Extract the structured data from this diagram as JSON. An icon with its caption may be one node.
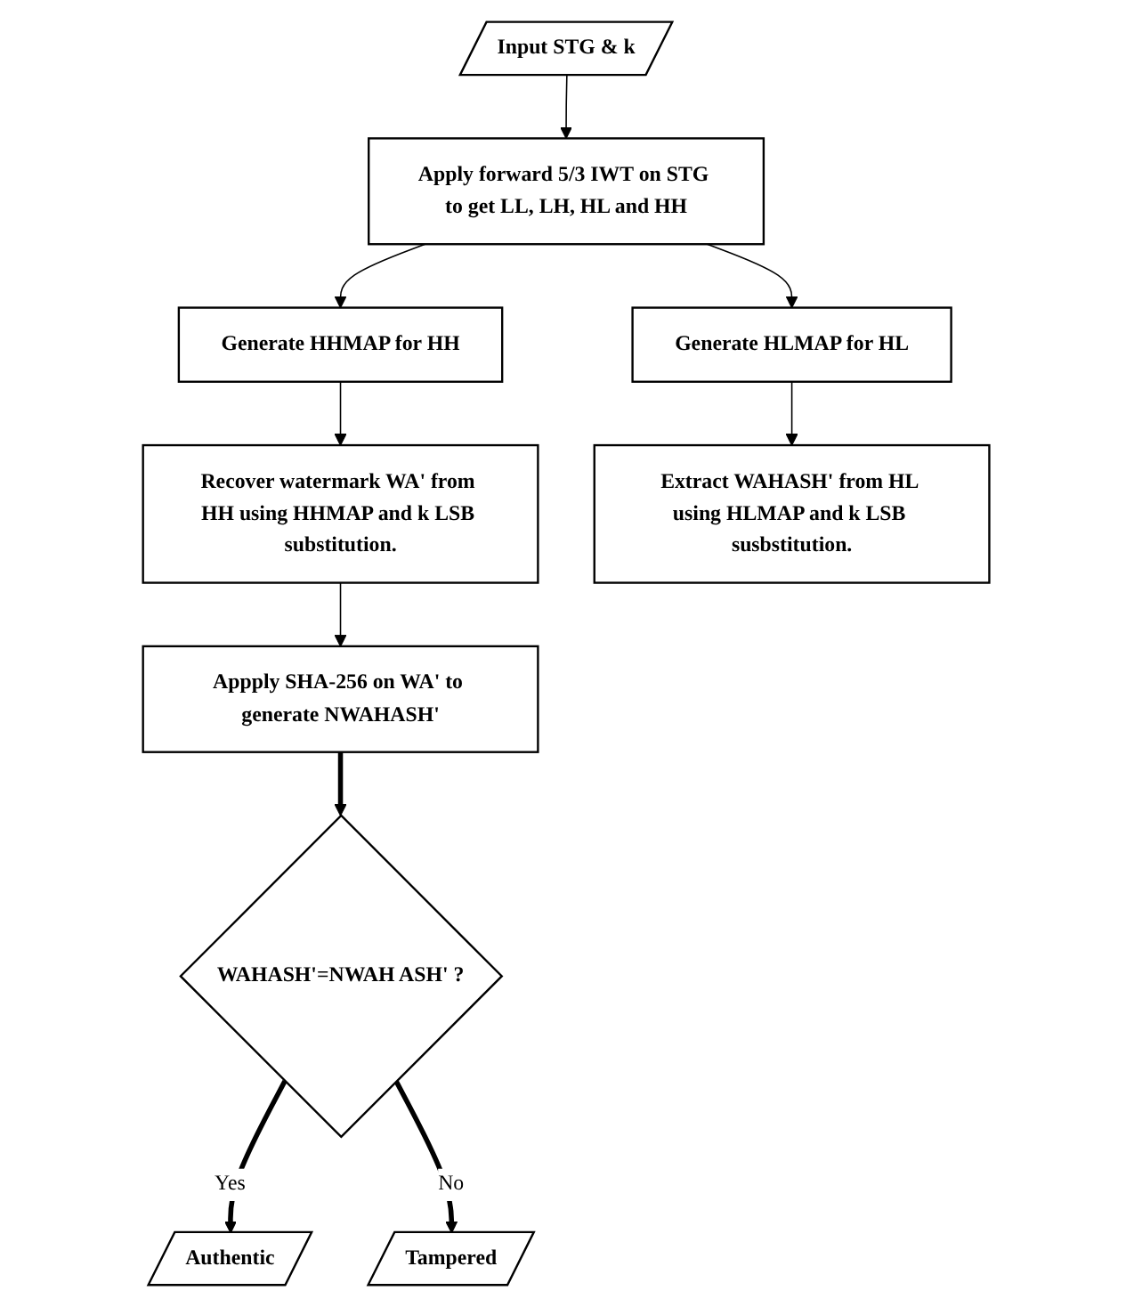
{
  "diagram": {
    "nodes": [
      {
        "text": [
          "Input STG & k"
        ]
      },
      {
        "text": [
          "Apply forward 5/3 IWT on STG to get LL, LH, HL and HH"
        ]
      },
      {
        "text": [
          "Generate HHMAP for HH"
        ]
      },
      {
        "text": [
          "Generate HLMAP for HL"
        ]
      },
      {
        "text": [
          "Recover watermark WA' from HH using HHMAP and k LSB substitution."
        ]
      },
      {
        "text": [
          "Extract WAHASH' from HL using HLMAP and k LSB susbstitution."
        ]
      },
      {
        "text": [
          "Appply SHA-256 on WA' to generate NWAHASH'"
        ]
      },
      {
        "text": [
          "WAHASH'=NWAH ASH' ?"
        ]
      },
      {
        "text": [
          "Authentic"
        ]
      },
      {
        "text": [
          "Tampered"
        ]
      }
    ],
    "edges": [
      {
        "from": 0,
        "to": 1,
        "arrow": "to"
      },
      {
        "from": 1,
        "to": 2,
        "arrow": "to"
      },
      {
        "from": 1,
        "to": 3,
        "arrow": "to"
      },
      {
        "from": 2,
        "to": 4,
        "arrow": "to"
      },
      {
        "from": 3,
        "to": 5,
        "arrow": "to"
      },
      {
        "from": 4,
        "to": 6,
        "arrow": "to"
      },
      {
        "from": 6,
        "to": 7,
        "arrow": "to",
        "style": "thick"
      },
      {
        "from": 7,
        "to": 8,
        "arrow": "to",
        "label": "Yes",
        "style": "thick"
      },
      {
        "from": 7,
        "to": 9,
        "arrow": "to",
        "label": "No",
        "style": "thick"
      }
    ]
  }
}
